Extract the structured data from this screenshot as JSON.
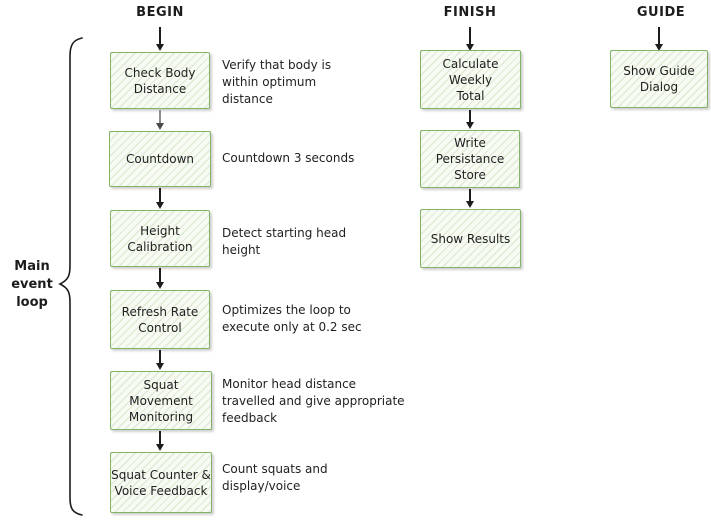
{
  "colors": {
    "node_border": "#82b366",
    "node_fill": "#f7fbf4",
    "node_hatch": "#d9ead3",
    "arrow": "#1c1c1c",
    "text": "#1f1f1f"
  },
  "loop_label": "Main\nevent\nloop",
  "columns": {
    "begin": {
      "header": "BEGIN",
      "nodes": [
        {
          "label": "Check Body\nDistance",
          "desc": "Verify that body is\nwithin optimum\ndistance"
        },
        {
          "label": "Countdown",
          "desc": "Countdown 3 seconds"
        },
        {
          "label": "Height\nCalibration",
          "desc": "Detect starting head\nheight"
        },
        {
          "label": "Refresh Rate\nControl",
          "desc": "Optimizes the loop to\nexecute only at 0.2 sec"
        },
        {
          "label": "Squat Movement\nMonitoring",
          "desc": "Monitor head distance\ntravelled and give appropriate\nfeedback"
        },
        {
          "label": "Squat Counter &\nVoice Feedback",
          "desc": "Count squats and\ndisplay/voice"
        }
      ]
    },
    "finish": {
      "header": "FINISH",
      "nodes": [
        {
          "label": "Calculate Weekly\nTotal"
        },
        {
          "label": "Write\nPersistance\nStore"
        },
        {
          "label": "Show Results"
        }
      ]
    },
    "guide": {
      "header": "GUIDE",
      "nodes": [
        {
          "label": "Show Guide\nDialog"
        }
      ]
    }
  }
}
